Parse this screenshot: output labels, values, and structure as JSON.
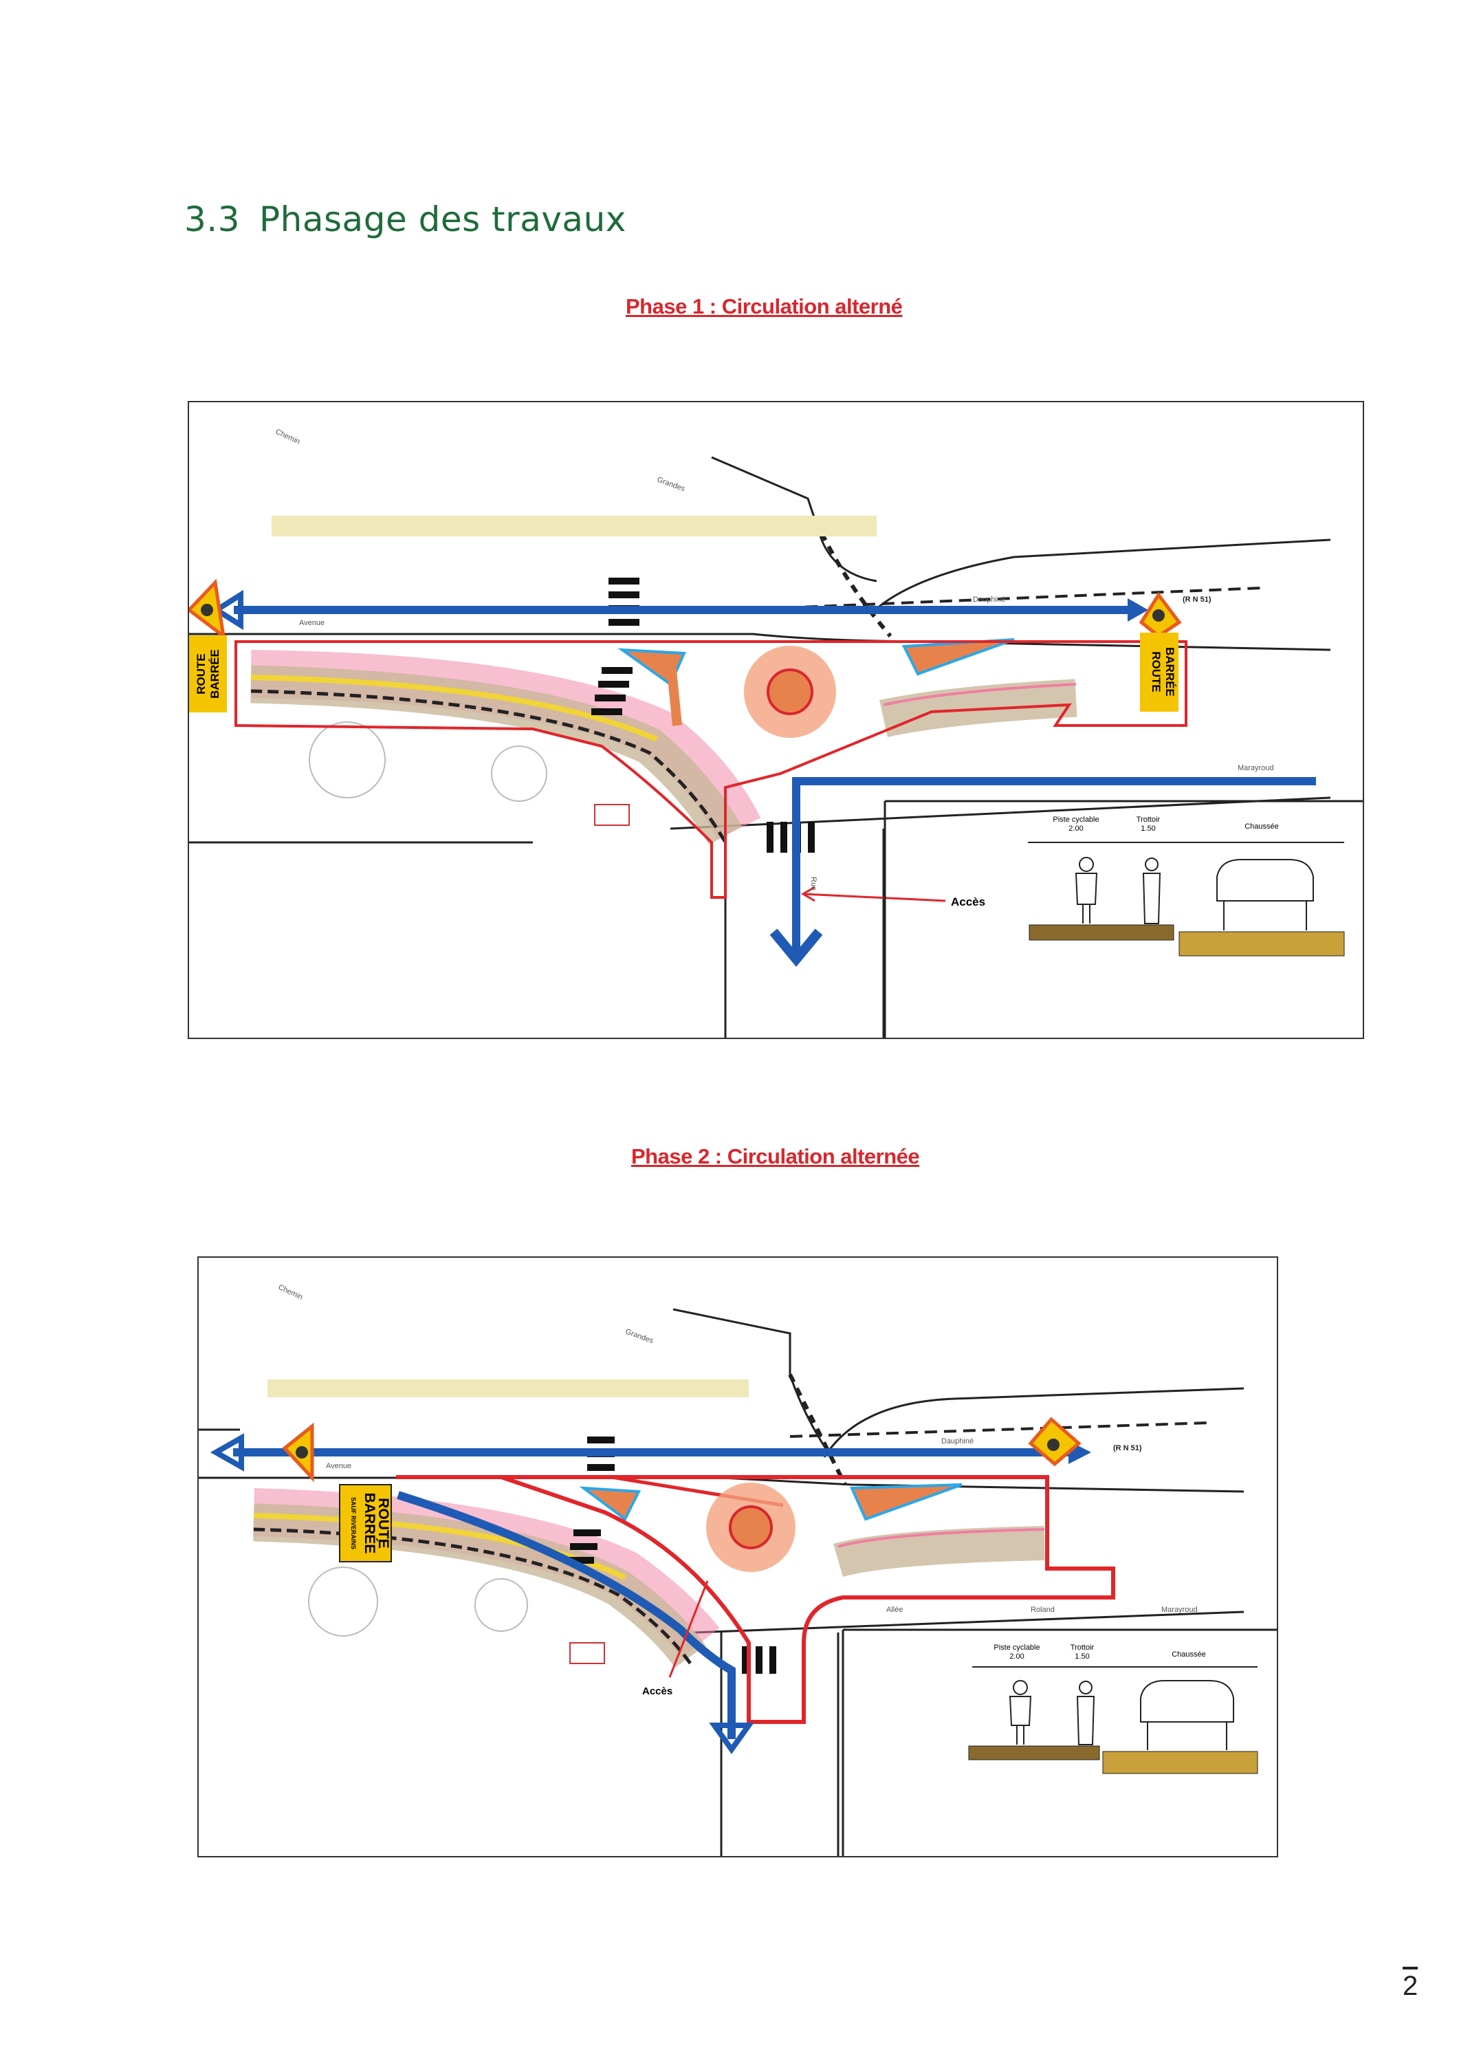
{
  "section": {
    "number": "3.3",
    "title": "Phasage des travaux"
  },
  "phase1": {
    "title": "Phase 1 : Circulation alterné",
    "sign_left": [
      "ROUTE",
      "BARRÉE"
    ],
    "sign_right": [
      "ROUTE",
      "BARRÉE"
    ],
    "road_labels": {
      "avenue": "Avenue",
      "dauphine": "Dauphiné",
      "rn": "(R N 51)",
      "chemin": "Chemin",
      "grandes": "Grandes",
      "rue": "Rue",
      "marayroud": "Marayroud"
    },
    "access_label": "Accès",
    "cross_section": {
      "bike": "Piste cyclable",
      "bike_w": "2.00",
      "walk": "Trottoir",
      "walk_w": "1.50",
      "road": "Chaussée"
    }
  },
  "phase2": {
    "title": "Phase 2 : Circulation alternée",
    "sign": [
      "ROUTE",
      "BARRÉE",
      "SAUF RIVERAINS"
    ],
    "road_labels": {
      "avenue": "Avenue",
      "dauphine": "Dauphiné",
      "rn": "(R N 51)",
      "chemin": "Chemin",
      "grandes": "Grandes",
      "allee": "Allée",
      "roland": "Roland",
      "marayroud": "Marayroud"
    },
    "access_label": "Accès",
    "cross_section": {
      "bike": "Piste cyclable",
      "bike_w": "2.00",
      "walk": "Trottoir",
      "walk_w": "1.50",
      "road": "Chaussée"
    }
  },
  "page_number": "2",
  "colors": {
    "heading": "#1e6b3a",
    "title": "#d9262c",
    "blue_arrow": "#1f5bb5",
    "red_zone": "#e0262b",
    "sign_yellow": "#f5c400"
  }
}
